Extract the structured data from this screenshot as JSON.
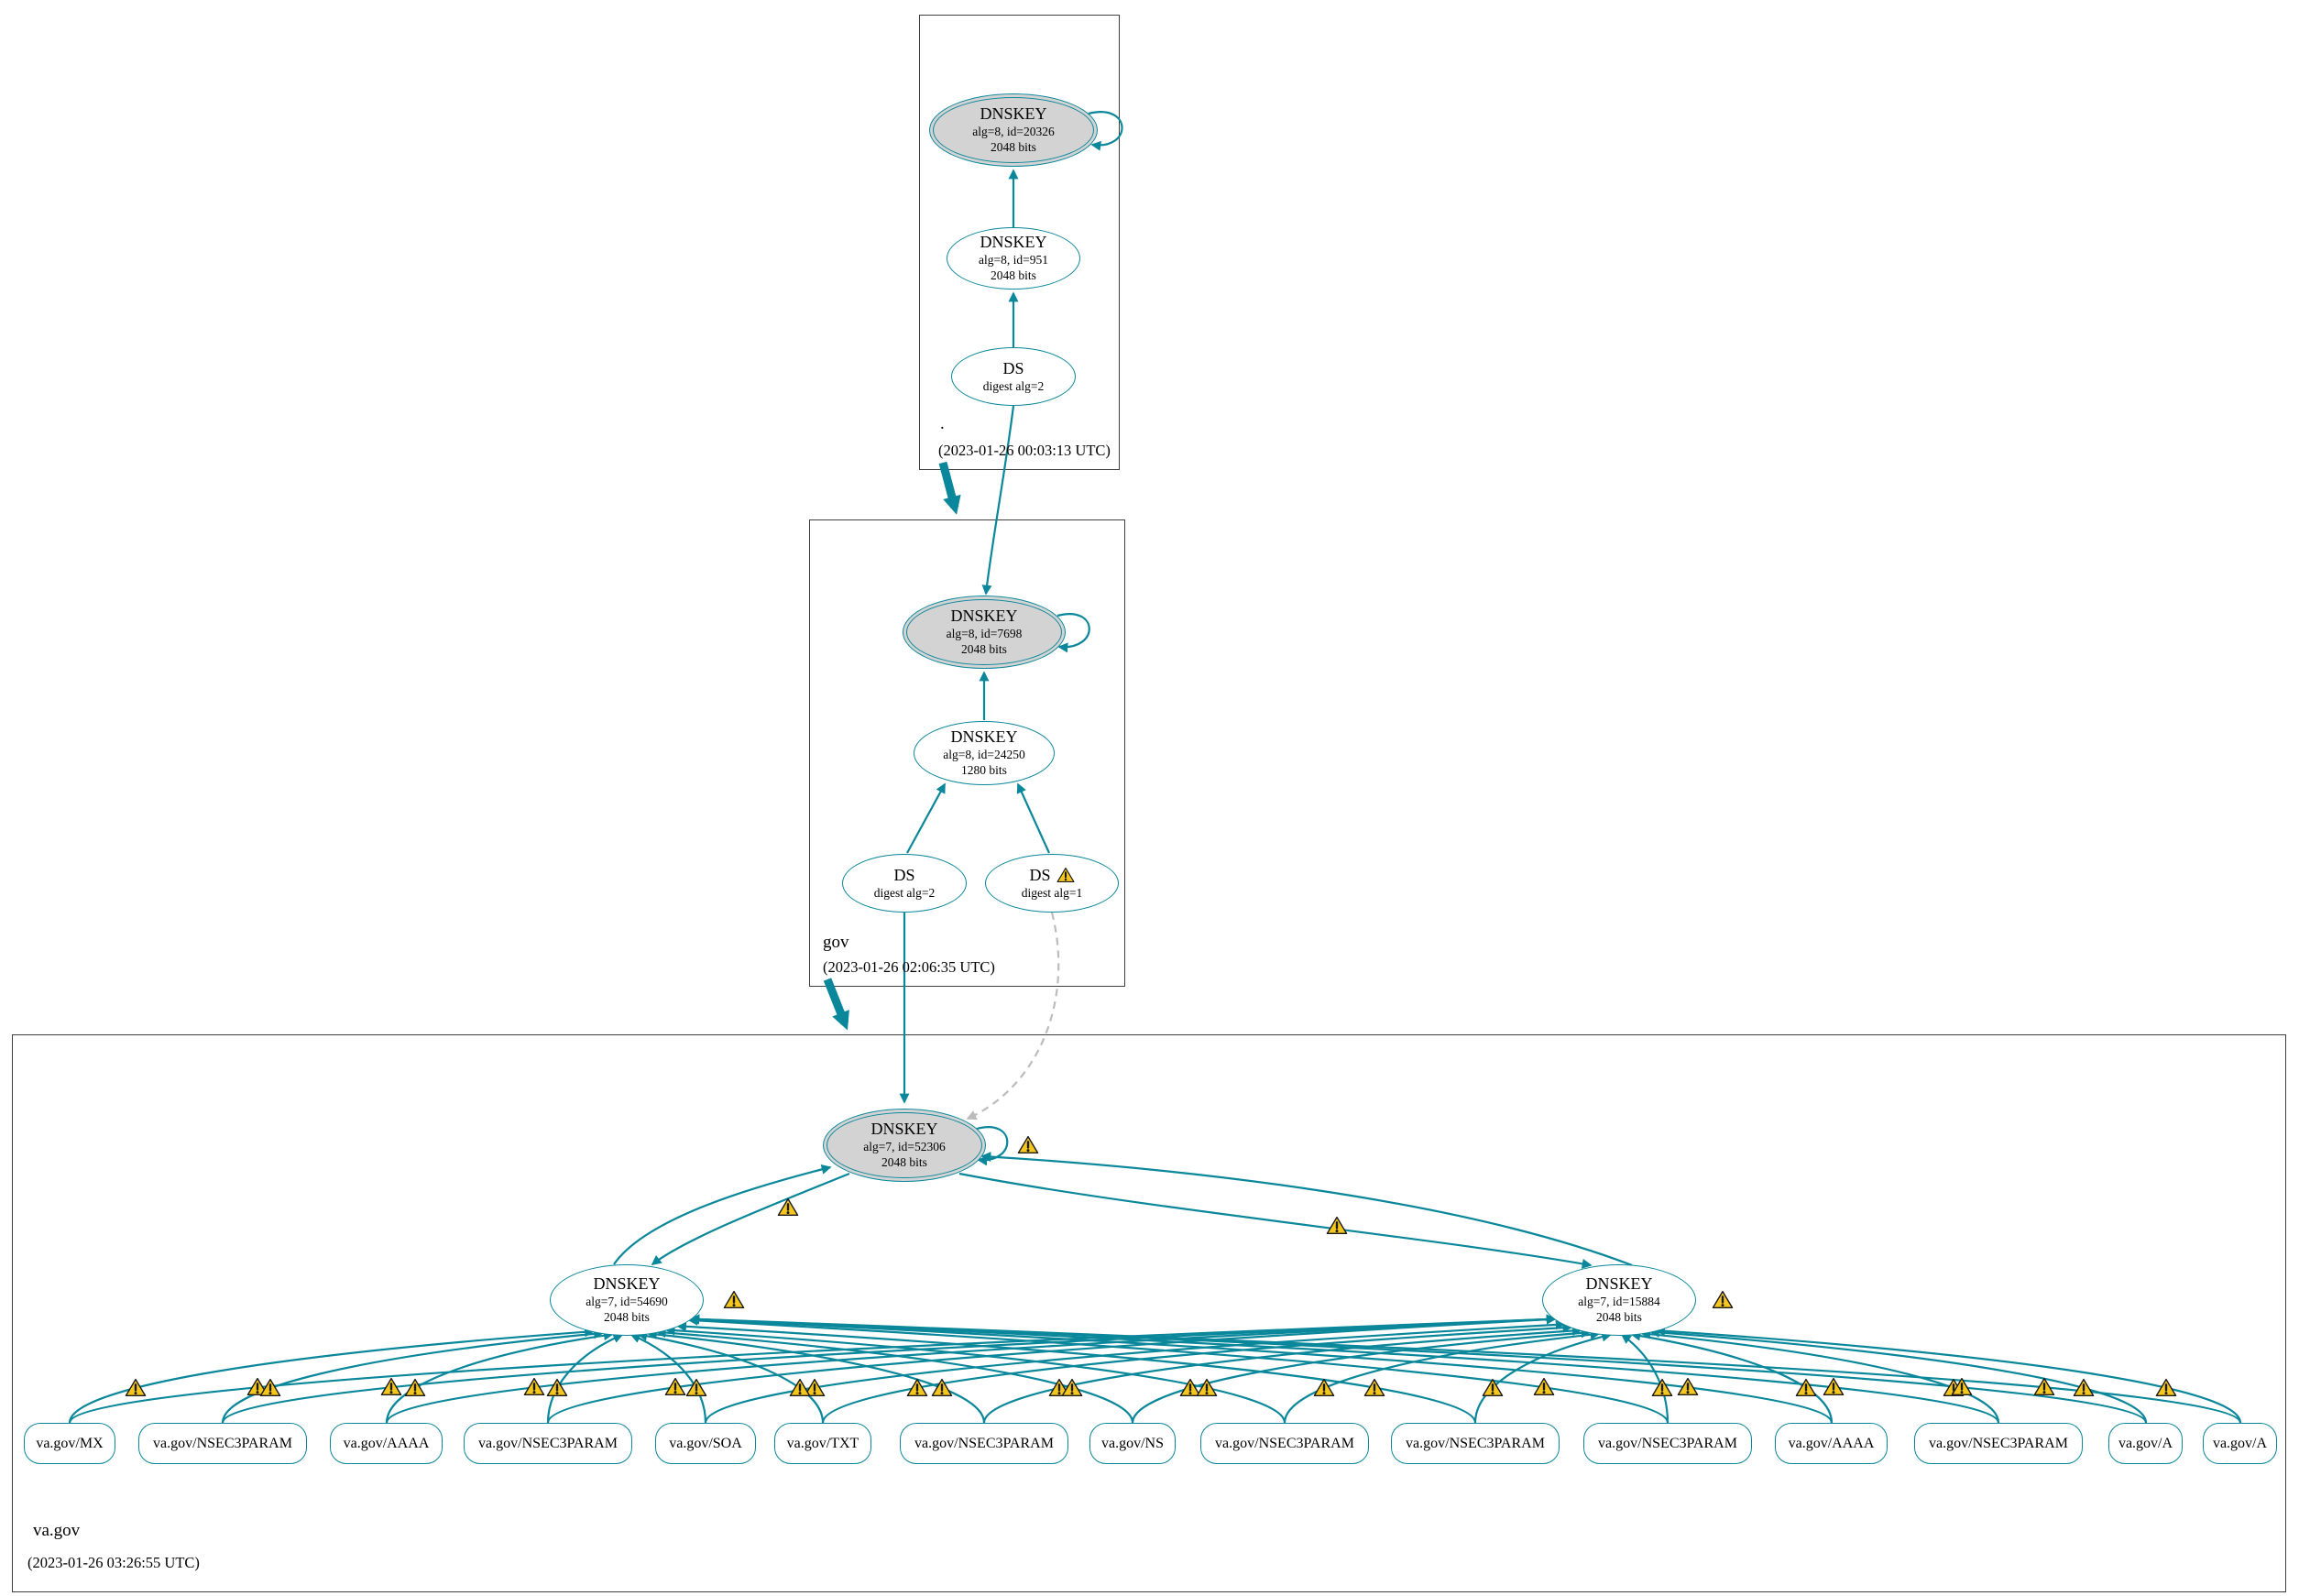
{
  "root_zone": {
    "label": ".",
    "timestamp": "(2023-01-26 00:03:13 UTC)",
    "ksk": {
      "title": "DNSKEY",
      "detail": "alg=8, id=20326",
      "bits": "2048 bits"
    },
    "zsk": {
      "title": "DNSKEY",
      "detail": "alg=8, id=951",
      "bits": "2048 bits"
    },
    "ds": {
      "title": "DS",
      "detail": "digest alg=2"
    }
  },
  "gov_zone": {
    "label": "gov",
    "timestamp": "(2023-01-26 02:06:35 UTC)",
    "ksk": {
      "title": "DNSKEY",
      "detail": "alg=8, id=7698",
      "bits": "2048 bits"
    },
    "zsk": {
      "title": "DNSKEY",
      "detail": "alg=8, id=24250",
      "bits": "1280 bits"
    },
    "ds_alg2": {
      "title": "DS",
      "detail": "digest alg=2"
    },
    "ds_alg1": {
      "title": "DS",
      "detail": "digest alg=1"
    }
  },
  "va_gov_zone": {
    "label": "va.gov",
    "timestamp": "(2023-01-26 03:26:55 UTC)",
    "ksk": {
      "title": "DNSKEY",
      "detail": "alg=7, id=52306",
      "bits": "2048 bits"
    },
    "zsk_left": {
      "title": "DNSKEY",
      "detail": "alg=7, id=54690",
      "bits": "2048 bits"
    },
    "zsk_right": {
      "title": "DNSKEY",
      "detail": "alg=7, id=15884",
      "bits": "2048 bits"
    },
    "rrsets": [
      {
        "label": "va.gov/MX"
      },
      {
        "label": "va.gov/NSEC3PARAM"
      },
      {
        "label": "va.gov/AAAA"
      },
      {
        "label": "va.gov/NSEC3PARAM"
      },
      {
        "label": "va.gov/SOA"
      },
      {
        "label": "va.gov/TXT"
      },
      {
        "label": "va.gov/NSEC3PARAM"
      },
      {
        "label": "va.gov/NS"
      },
      {
        "label": "va.gov/NSEC3PARAM"
      },
      {
        "label": "va.gov/NSEC3PARAM"
      },
      {
        "label": "va.gov/NSEC3PARAM"
      },
      {
        "label": "va.gov/AAAA"
      },
      {
        "label": "va.gov/NSEC3PARAM"
      },
      {
        "label": "va.gov/A"
      },
      {
        "label": "va.gov/A"
      }
    ]
  },
  "colors": {
    "secure_edge": "#0a879a",
    "warning_fill": "#f5c61e",
    "sep_key_fill": "#d3d3d3",
    "unsupported_edge": "#bcbcbc"
  }
}
